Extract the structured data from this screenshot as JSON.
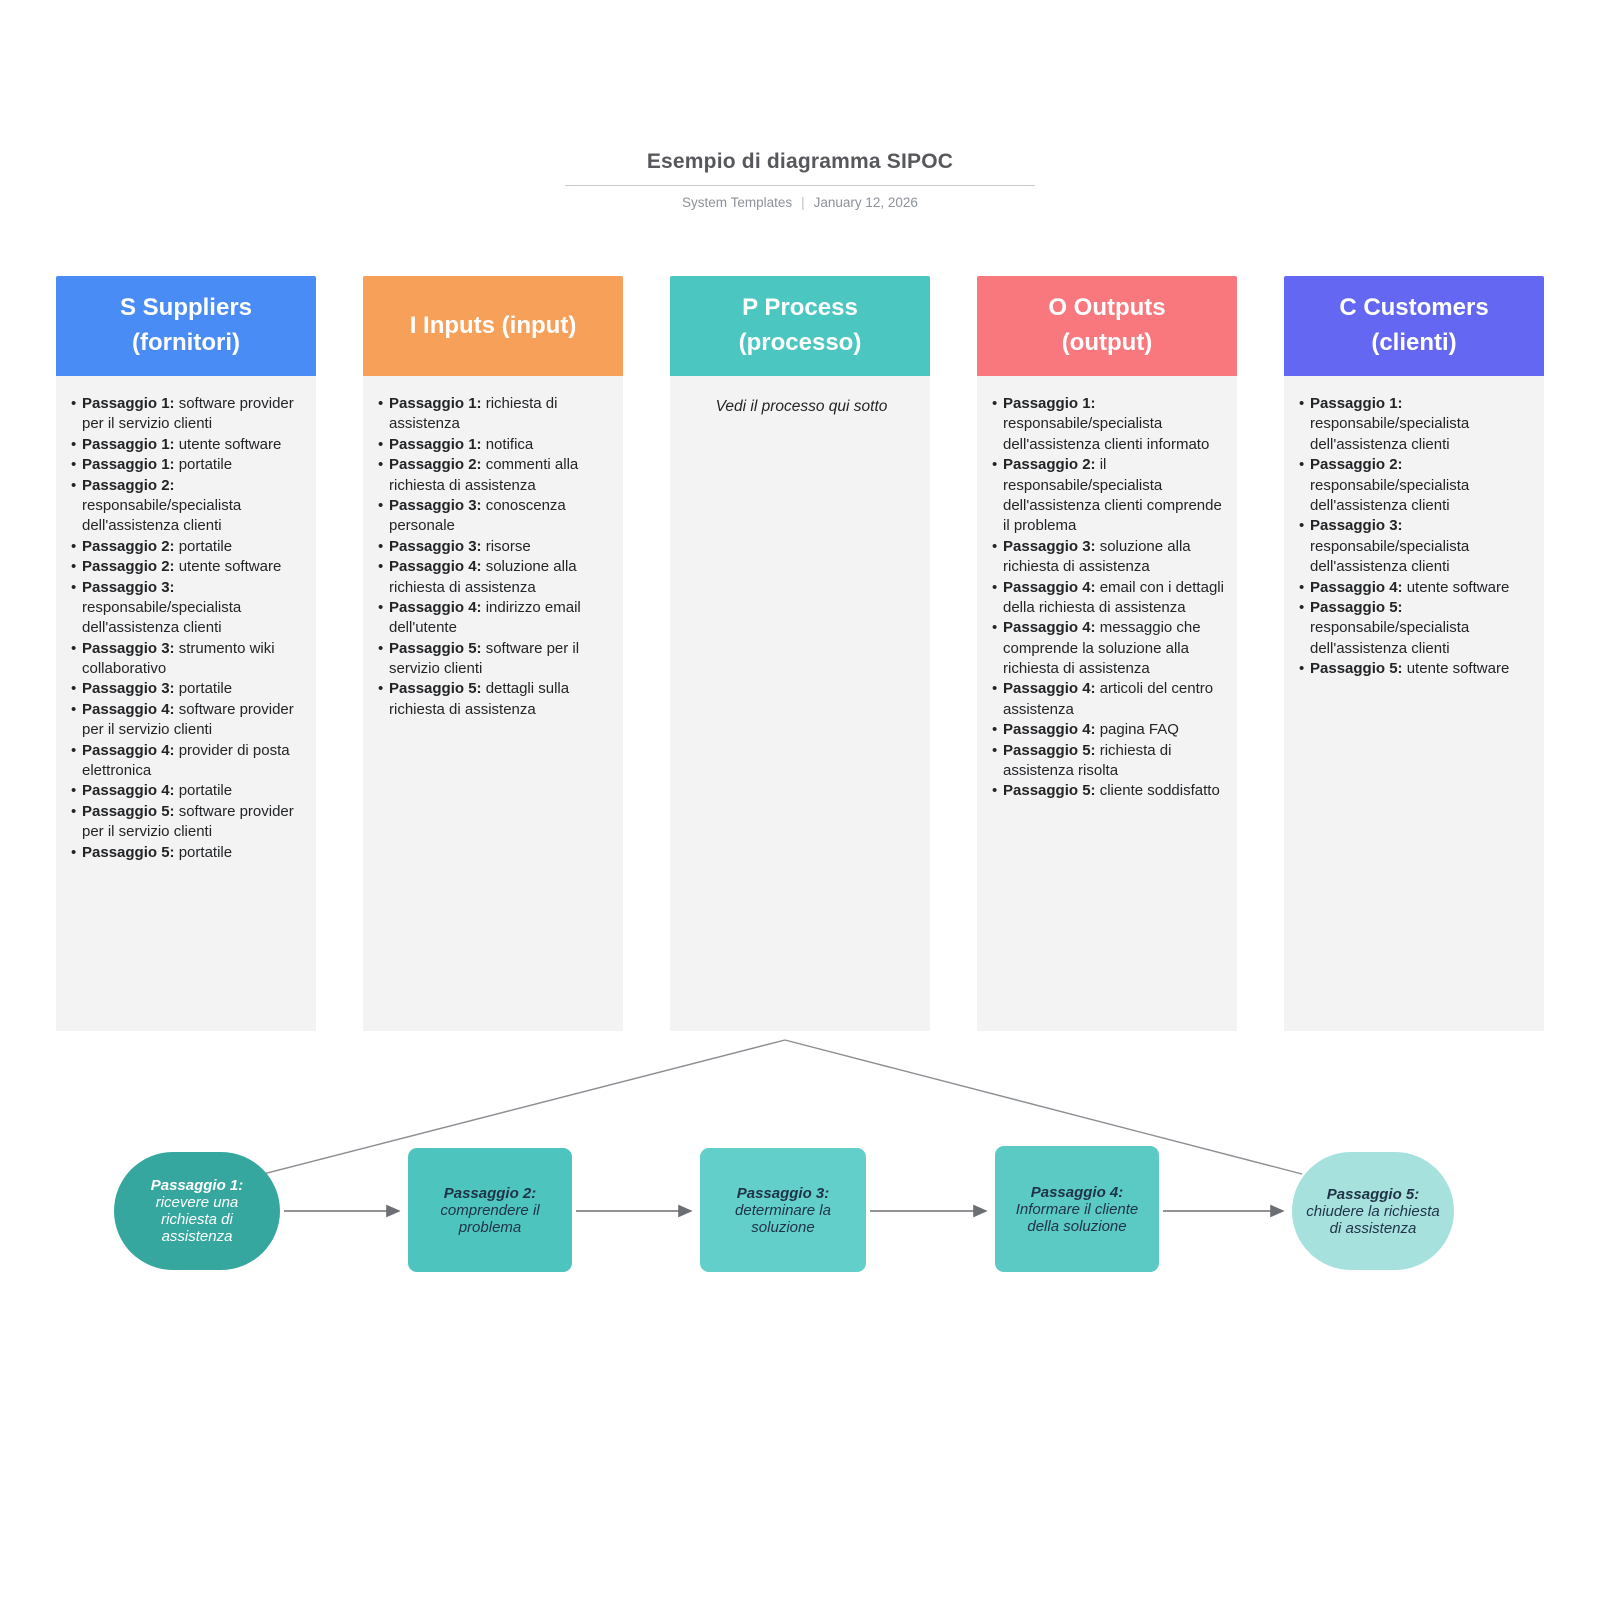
{
  "header": {
    "title": "Esempio di diagramma SIPOC",
    "byline": "System Templates",
    "separator": "|",
    "date": "January 12, 2026"
  },
  "columns": [
    {
      "id": "suppliers",
      "title_lines": [
        "S Suppliers",
        "(fornitori)"
      ],
      "color": "#4A8CF5",
      "items": [
        {
          "label": "Passaggio 1:",
          "text": "software provider per il servizio clienti"
        },
        {
          "label": "Passaggio 1:",
          "text": "utente software"
        },
        {
          "label": "Passaggio 1:",
          "text": "portatile"
        },
        {
          "label": "Passaggio 2:",
          "text": "responsabile/specialista dell'assistenza clienti"
        },
        {
          "label": "Passaggio 2:",
          "text": "portatile"
        },
        {
          "label": "Passaggio 2:",
          "text": "utente software"
        },
        {
          "label": "Passaggio 3:",
          "text": "responsabile/specialista dell'assistenza clienti"
        },
        {
          "label": "Passaggio 3:",
          "text": "strumento wiki collaborativo"
        },
        {
          "label": "Passaggio 3:",
          "text": "portatile"
        },
        {
          "label": "Passaggio 4:",
          "text": "software provider per il servizio clienti"
        },
        {
          "label": "Passaggio 4:",
          "text": "provider di posta elettronica"
        },
        {
          "label": "Passaggio 4:",
          "text": "portatile"
        },
        {
          "label": "Passaggio 5:",
          "text": "software provider per il servizio clienti"
        },
        {
          "label": "Passaggio 5:",
          "text": "portatile"
        }
      ]
    },
    {
      "id": "inputs",
      "title_lines": [
        "I Inputs (input)"
      ],
      "color": "#F6A05A",
      "items": [
        {
          "label": "Passaggio 1:",
          "text": "richiesta di assistenza"
        },
        {
          "label": "Passaggio 1:",
          "text": "notifica"
        },
        {
          "label": "Passaggio 2:",
          "text": "commenti alla richiesta di assistenza"
        },
        {
          "label": "Passaggio 3:",
          "text": "conoscenza personale"
        },
        {
          "label": "Passaggio 3:",
          "text": "risorse"
        },
        {
          "label": "Passaggio 4:",
          "text": "soluzione alla richiesta di assistenza"
        },
        {
          "label": "Passaggio 4:",
          "text": "indirizzo email dell'utente"
        },
        {
          "label": "Passaggio 5:",
          "text": "software per il servizio clienti"
        },
        {
          "label": "Passaggio 5:",
          "text": "dettagli sulla richiesta di assistenza"
        }
      ]
    },
    {
      "id": "process",
      "title_lines": [
        "P Process",
        "(processo)"
      ],
      "color": "#4CC6C0",
      "note": "Vedi il processo qui sotto",
      "items": []
    },
    {
      "id": "outputs",
      "title_lines": [
        "O Outputs",
        "(output)"
      ],
      "color": "#F8787E",
      "items": [
        {
          "label": "Passaggio 1:",
          "text": "responsabile/specialista dell'assistenza clienti informato"
        },
        {
          "label": "Passaggio 2:",
          "text": "il responsabile/specialista dell'assistenza clienti comprende il problema"
        },
        {
          "label": "Passaggio 3:",
          "text": "soluzione alla richiesta di assistenza"
        },
        {
          "label": "Passaggio 4:",
          "text": "email con i dettagli della richiesta di assistenza"
        },
        {
          "label": "Passaggio 4:",
          "text": "messaggio che comprende la soluzione alla richiesta di assistenza"
        },
        {
          "label": "Passaggio 4:",
          "text": "articoli del centro assistenza"
        },
        {
          "label": "Passaggio 4:",
          "text": "pagina FAQ"
        },
        {
          "label": "Passaggio 5:",
          "text": "richiesta di assistenza risolta"
        },
        {
          "label": "Passaggio 5:",
          "text": "cliente soddisfatto"
        }
      ]
    },
    {
      "id": "customers",
      "title_lines": [
        "C Customers",
        "(clienti)"
      ],
      "color": "#6467F2",
      "items": [
        {
          "label": "Passaggio 1:",
          "text": "responsabile/specialista dell'assistenza clienti"
        },
        {
          "label": "Passaggio 2:",
          "text": "responsabile/specialista dell'assistenza clienti"
        },
        {
          "label": "Passaggio 3:",
          "text": "responsabile/specialista dell'assistenza clienti"
        },
        {
          "label": "Passaggio 4:",
          "text": "utente software"
        },
        {
          "label": "Passaggio 5:",
          "text": "responsabile/specialista dell'assistenza clienti"
        },
        {
          "label": "Passaggio 5:",
          "text": "utente software"
        }
      ]
    }
  ],
  "flow": {
    "nodes": [
      {
        "label": "Passaggio 1:",
        "text": "ricevere una richiesta di assistenza",
        "color": "#35A79F",
        "text_color": "#FFFFFF",
        "shape": "stadium"
      },
      {
        "label": "Passaggio 2:",
        "text": "comprendere il problema",
        "color": "#4EC4BF",
        "text_color": "#1F3347",
        "shape": "rect"
      },
      {
        "label": "Passaggio 3:",
        "text": "determinare la soluzione",
        "color": "#63CFCA",
        "text_color": "#1F3347",
        "shape": "rect"
      },
      {
        "label": "Passaggio 4:",
        "text": "Informare il cliente della soluzione",
        "color": "#5BC9C4",
        "text_color": "#1F3347",
        "shape": "rect"
      },
      {
        "label": "Passaggio 5:",
        "text": "chiudere la richiesta di assistenza",
        "color": "#A7E1DE",
        "text_color": "#1F3347",
        "shape": "stadium"
      }
    ]
  }
}
